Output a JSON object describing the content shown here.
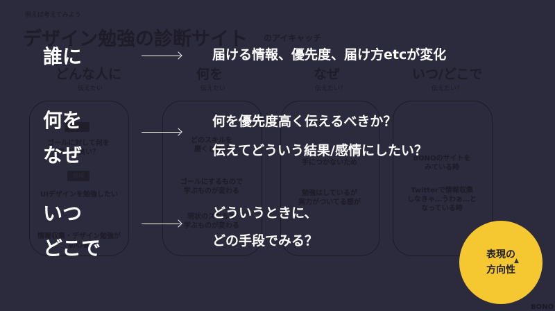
{
  "background": {
    "kicker": "例えば考えてみよう",
    "title": "デザイン勉強の診断サイト",
    "subtitle": "のアイキャッチ",
    "columns": [
      {
        "heading": "どんな人に",
        "sub": "伝えたい"
      },
      {
        "heading": "何を",
        "sub": "伝えたい"
      },
      {
        "heading": "なぜ",
        "sub": "伝えたい？"
      },
      {
        "heading": "いつ/どこで",
        "sub": "伝えたい？"
      }
    ],
    "card1": {
      "text1": "ゴールに対して何を\n学べば良い？",
      "tag": "目標",
      "text2": "UIデザインを勉強したい",
      "text3": "情報収集・デザイン勉強が\n初心者"
    },
    "card2": {
      "text1": "どのスキルを\n磨くと良い",
      "text2": "ゴールにするもので\n学ぶものが変わる",
      "text3": "現状のスキルで\n学ぶものが変わる"
    },
    "card3": {
      "text1": "手につかないため",
      "text2": "勉強はしているが\n実力がついてる感が"
    },
    "card4": {
      "text1": "BONOのサイトを\nみている時",
      "text2": "Twitterで情報収集\nしなきゃ…うわぁ…と\nなっている時"
    },
    "corner": "BONO"
  },
  "main": {
    "row1": {
      "label": "誰に",
      "text": "届ける情報、優先度、届け方etcが変化"
    },
    "row2": {
      "label1": "何を",
      "label2": "なぜ",
      "text1": "何を優先度高く伝えるべきか？",
      "text2": "伝えてどういう結果/感情にしたい？"
    },
    "row3": {
      "label1": "いつ",
      "label2": "どこで",
      "text1": "どういうときに、",
      "text2": "どの手段でみる？"
    }
  },
  "badge": {
    "line1": "表現の",
    "line2": "方向性"
  },
  "colors": {
    "background": "#2c2a3d",
    "accent": "#f5c731",
    "text": "#ffffff"
  }
}
